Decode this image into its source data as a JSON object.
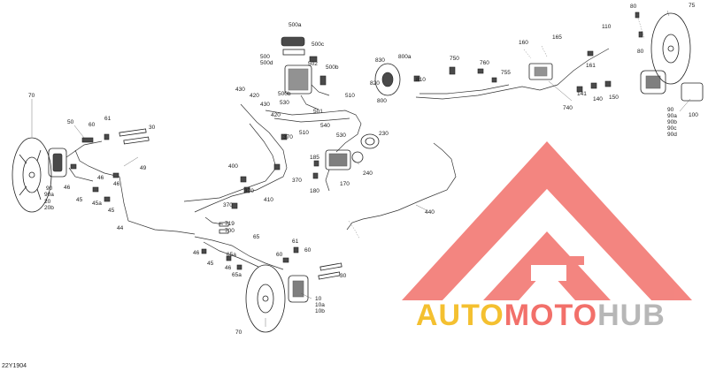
{
  "diagram_code": "22Y1904",
  "watermark": {
    "text_auto": "AUTO",
    "text_moto": "MOTO",
    "text_hub": "HUB",
    "color_auto": "#f4c030",
    "color_moto": "#f2706a",
    "color_hub": "#b7b7b7",
    "logo_color": "#f2706a"
  },
  "callouts": {
    "c1": "70",
    "c2": "50",
    "c3": "60",
    "c4": "61",
    "c5": "30",
    "c6": "49",
    "c7": "90",
    "c8": "90a",
    "c9": "20",
    "c10": "20b",
    "c11": "46",
    "c12": "45",
    "c13": "46",
    "c14": "45a",
    "c15": "46",
    "c16": "45",
    "c17": "44",
    "c18": "500a",
    "c19": "500c",
    "c20": "502",
    "c21": "500",
    "c22": "500d",
    "c23": "500b",
    "c24": "500b",
    "c25": "430",
    "c26": "420",
    "c27": "430",
    "c28": "420",
    "c29": "530",
    "c30": "501",
    "c31": "540",
    "c32": "510",
    "c33": "510",
    "c34": "370",
    "c35": "530",
    "c36": "230",
    "c37": "185",
    "c38": "170",
    "c39": "240",
    "c40": "180",
    "c41": "400",
    "c42": "370",
    "c43": "370",
    "c44": "370",
    "c45": "410",
    "c46": "719",
    "c47": "700",
    "c48": "830",
    "c49": "820",
    "c50": "800a",
    "c51": "810",
    "c52": "800",
    "c53": "750",
    "c54": "760",
    "c55": "755",
    "c56": "160",
    "c57": "165",
    "c58": "110",
    "c59": "740",
    "c60": "161",
    "c61": "141",
    "c62": "140",
    "c63": "150",
    "c64": "80",
    "c65": "80",
    "c66": "75",
    "c67": "90",
    "c68": "90a",
    "c69": "90b",
    "c70": "90c",
    "c71": "90d",
    "c72": "100",
    "c73": "440",
    "c74": "65",
    "c75": "61",
    "c76": "60",
    "c77": "60",
    "c78": "46",
    "c79": "65a",
    "c80": "45",
    "c81": "46",
    "c82": "65a",
    "c83": "30",
    "c84": "10",
    "c85": "10a",
    "c86": "10b",
    "c87": "70"
  }
}
